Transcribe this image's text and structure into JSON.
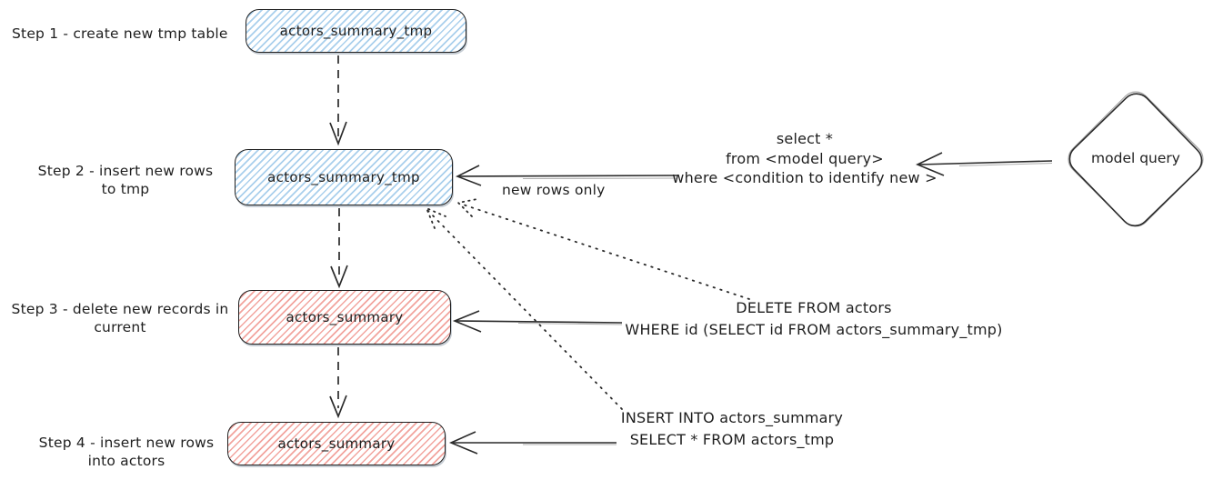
{
  "colors": {
    "stroke": "#1e1e1e",
    "blue_hatch": "#a9cfec",
    "red_hatch": "#f2a49e",
    "background": "#ffffff"
  },
  "steps": [
    {
      "label": "Step 1 - create new tmp table",
      "node": "actors_summary_tmp",
      "fill": "blue"
    },
    {
      "label": "Step 2 - insert new rows\nto tmp",
      "node": "actors_summary_tmp",
      "fill": "blue"
    },
    {
      "label": "Step 3 - delete new records in\ncurrent",
      "node": "actors_summary",
      "fill": "red"
    },
    {
      "label": "Step 4 - insert new rows\ninto actors",
      "node": "actors_summary",
      "fill": "red"
    }
  ],
  "nodes": {
    "model_query": "model query"
  },
  "annotations": {
    "new_rows_only": "new rows only",
    "model_query_sql": "select *\nfrom <model query>\nwhere <condition to identify new >",
    "delete_sql": "DELETE FROM actors\nWHERE id (SELECT id FROM actors_summary_tmp)",
    "insert_sql": "INSERT INTO actors_summary\nSELECT * FROM actors_tmp"
  }
}
